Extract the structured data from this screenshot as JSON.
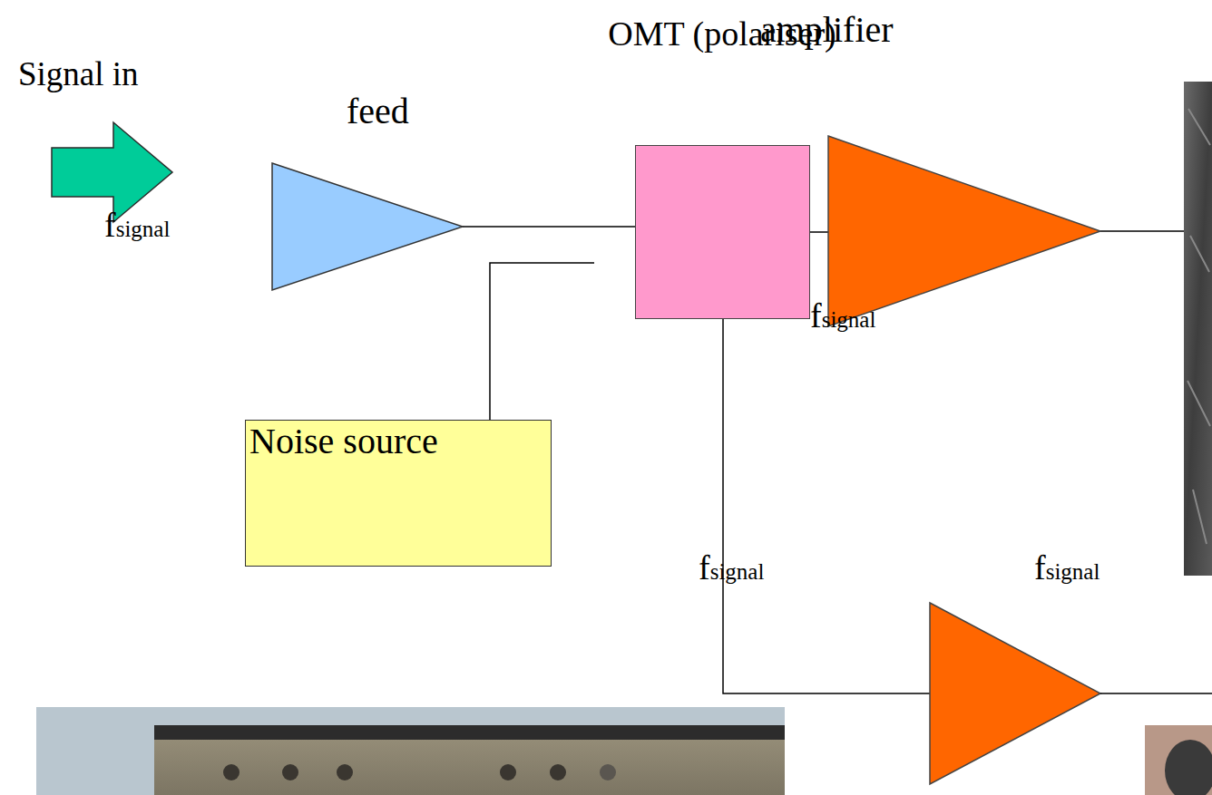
{
  "diagram": {
    "nodes": [
      {
        "text": [
          "feed"
        ]
      },
      {
        "text": [
          "OMT (polariser)"
        ]
      },
      {
        "text": [
          "amplifier"
        ]
      },
      {
        "text": [
          "Noise source"
        ]
      }
    ],
    "edges": [
      {
        "from": 0,
        "to": 1,
        "arrow": "none"
      },
      {
        "from": 1,
        "to": 2,
        "arrow": "none"
      }
    ],
    "labels": [
      "Signal in",
      "fsignal",
      "fsignal",
      "fsignal",
      "fsignal"
    ]
  }
}
